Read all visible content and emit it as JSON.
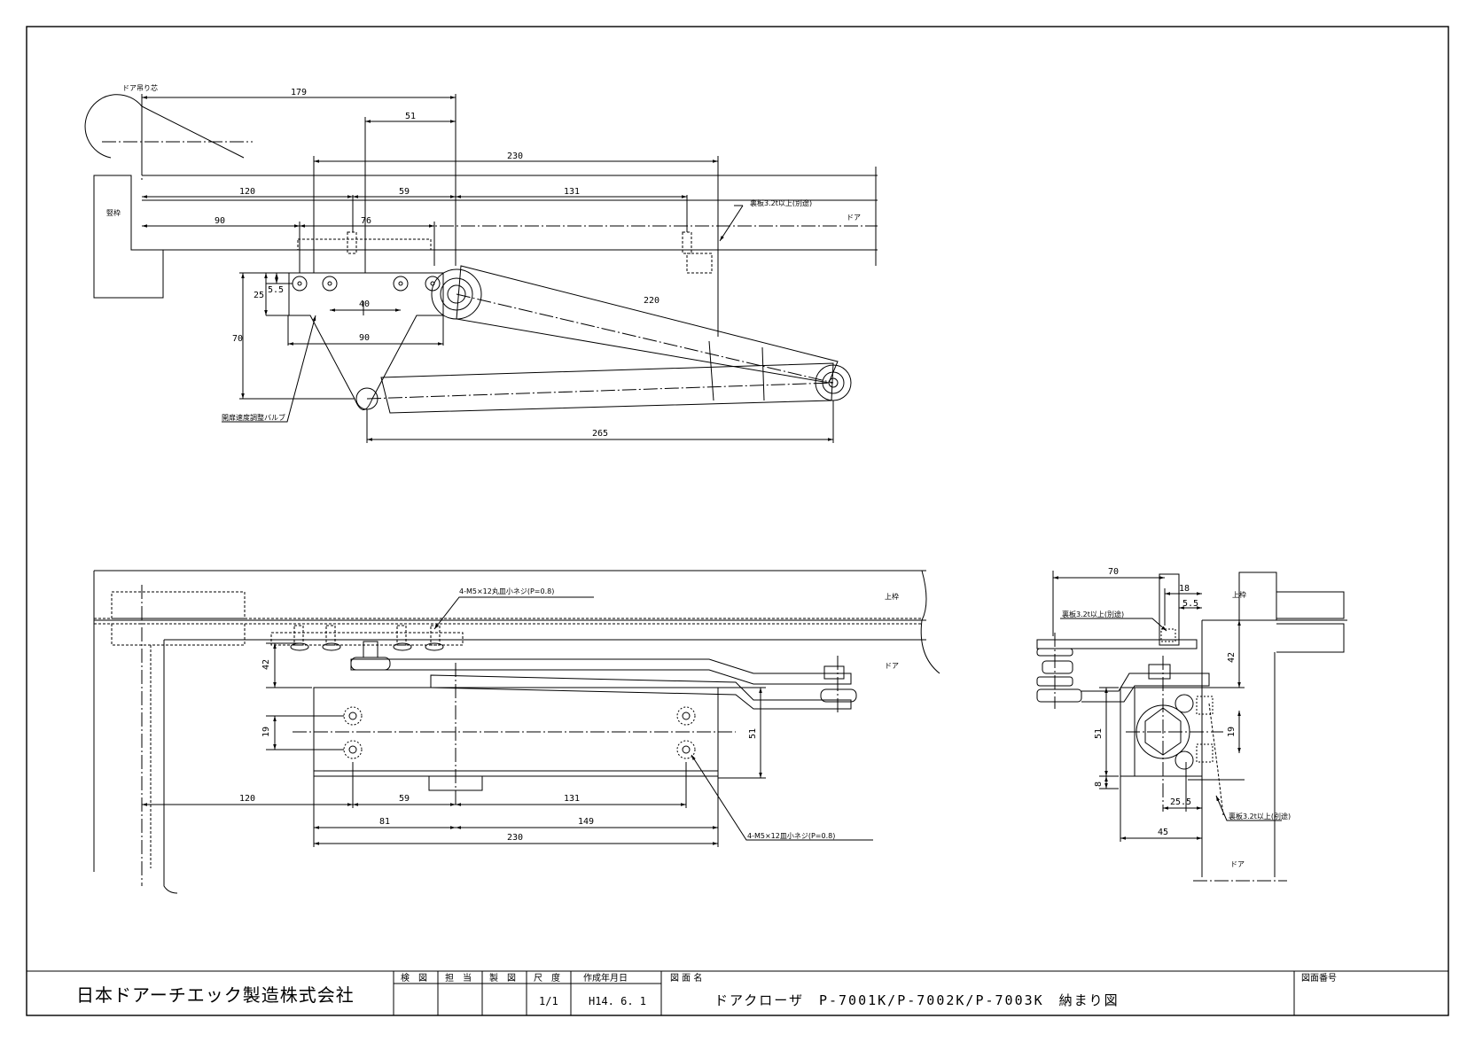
{
  "title_block": {
    "company": "日本ドアーチエック製造株式会社",
    "headers": [
      "検　図",
      "担　当",
      "製　図",
      "尺　度",
      "作成年月日",
      "図 面 名",
      "図面番号"
    ],
    "scale": "1/1",
    "date": "H14. 6. 1",
    "drawing_title": "ドアクローザ　P-7001K/P-7002K/P-7003K　納まり図",
    "drawing_number": ""
  },
  "top_view": {
    "labels": {
      "door_pivot": "ドア吊り芯",
      "jamb": "竪枠",
      "door": "ドア",
      "backing_plate": "裏板3.2t以上(別途)",
      "valve": "開扉速度調整バルブ"
    },
    "dims": {
      "d179": "179",
      "d51": "51",
      "d230": "230",
      "d120": "120",
      "d59": "59",
      "d131": "131",
      "d90": "90",
      "d76": "76",
      "d25": "25",
      "d5_5": "5.5",
      "d70": "70",
      "d40": "40",
      "d90b": "90",
      "d220": "220",
      "d265": "265"
    }
  },
  "front_view": {
    "labels": {
      "screws_top": "4-M5×12丸皿小ネジ(P=0.8)",
      "screws_bottom": "4-M5×12皿小ネジ(P=0.8)",
      "head": "上枠",
      "door": "ドア"
    },
    "dims": {
      "d42": "42",
      "d19": "19",
      "d51": "51",
      "d120": "120",
      "d59": "59",
      "d131": "131",
      "d81": "81",
      "d149": "149",
      "d230": "230"
    }
  },
  "side_view": {
    "labels": {
      "backing_top": "裏板3.2t以上(別途)",
      "backing_bottom": "裏板3.2t以上(別途)",
      "head": "上枠",
      "door": "ドア"
    },
    "dims": {
      "d70": "70",
      "d18": "18",
      "d5_5": "5.5",
      "d42": "42",
      "d51": "51",
      "d19": "19",
      "d8": "8",
      "d25_5": "25.5",
      "d45": "45"
    }
  }
}
